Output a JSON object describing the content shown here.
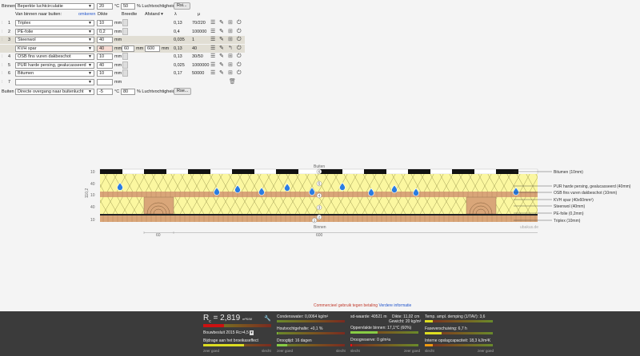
{
  "inside": {
    "label": "Binnen",
    "climate": "Beperkte luchtcirculatie",
    "temp": "20",
    "temp_unit": "°C",
    "humidity": "50",
    "humidity_label": "% Luchtvochtigheid",
    "rsi": "Rsi..."
  },
  "outside": {
    "label": "Buiten",
    "climate": "Directe overgang naar buitenlucht",
    "temp": "-5",
    "temp_unit": "°C",
    "humidity": "80",
    "humidity_label": "% Luchtvochtigheid",
    "rse": "Rse..."
  },
  "headers": {
    "order": "Van binnen naar buiten:",
    "reverse": "omkeren",
    "thickness": "Dikte",
    "width": "Breedte",
    "spacing": "Afstand ▾",
    "lambda": "λ",
    "mu": "μ"
  },
  "unit": "mm",
  "layers": [
    {
      "num": "1",
      "material": "Triplex",
      "thickness": "10",
      "lambda": "0,13",
      "mu": "70/220"
    },
    {
      "num": "2",
      "material": "PE-folie",
      "thickness": "0,2",
      "lambda": "0,4",
      "mu": "100000"
    },
    {
      "num": "3",
      "material": "Steenwol",
      "thickness": "40",
      "lambda": "0,035",
      "mu": "1"
    },
    {
      "num": "",
      "material": "KVH spar",
      "thickness": "40",
      "width": "60",
      "spacing": "600",
      "lambda": "0,13",
      "mu": "40"
    },
    {
      "num": "4",
      "material": "OSB fins vuren dakbeschot",
      "thickness": "10",
      "lambda": "0,13",
      "mu": "30/50"
    },
    {
      "num": "5",
      "material": "PUR harde persing, gealucasseerd",
      "thickness": "40",
      "lambda": "0,025",
      "mu": "1000000"
    },
    {
      "num": "6",
      "material": "Bitumen",
      "thickness": "10",
      "lambda": "0,17",
      "mu": "50000"
    },
    {
      "num": "7",
      "material": "",
      "thickness": "",
      "lambda": "",
      "mu": ""
    }
  ],
  "diagram": {
    "outside": "Buiten",
    "inside": "Binnen",
    "total": "110,2",
    "dims": [
      "10",
      "40",
      "10",
      "40",
      "10"
    ],
    "widths": [
      "60",
      "600"
    ],
    "credit": "ubakus.de",
    "legend": [
      "Bitumen (10mm)",
      "PUR harde persing, gealucasseerd (40mm)",
      "OSB fins vuren dakbeschot (10mm)",
      "KVH spar (40x60mm²)",
      "Steenwol (40mm)",
      "PE-folie (0,2mm)",
      "Triplex (10mm)"
    ]
  },
  "notice": {
    "commercial": "Commercieel gebruik tegen betaling",
    "info": "Verdere informatie"
  },
  "results": {
    "rc_label": "R",
    "rc_sub": "c",
    "rc_value": "= 2,819",
    "rc_unit": "m²K/W",
    "rc_fill": 0.3,
    "bouwbesluit": "Bouwbesluit 2015 Rc>4,5",
    "broeikas": "Bijdrage aan het broeikaseffect",
    "broeikas_fill": 0.6,
    "condens": "Condenswater: 0,0064 kg/m²",
    "condens_fill": 0.0,
    "hout": "Houtvochtgehalte: +0,1 %",
    "hout_fill": 0.01,
    "droog": "Droogtijd: 16 dagen",
    "droog_fill": 0.15,
    "sd": "sd-waarde: 40521 m",
    "dikte": "Dikte: 11,02 cm",
    "gewicht": "Gewicht: 20 kg/m²",
    "opp": "Oppervlakte binnen: 17,1°C (60%)",
    "opp_fill": 0.4,
    "droogreserve": "Droogreserve: 0 g/m²a",
    "droogreserve_fill": 0.02,
    "temp": "Temp. ampl. demping (1/TAV): 3,6",
    "temp_fill": 0.12,
    "fase": "Faseverschuiving: 6,7 h",
    "fase_fill": 0.25,
    "opslag": "Interne opslagcapaciteit: 18,3 kJ/m²K",
    "opslag_fill": 0.12,
    "good": "zeer goed",
    "bad": "slecht"
  }
}
